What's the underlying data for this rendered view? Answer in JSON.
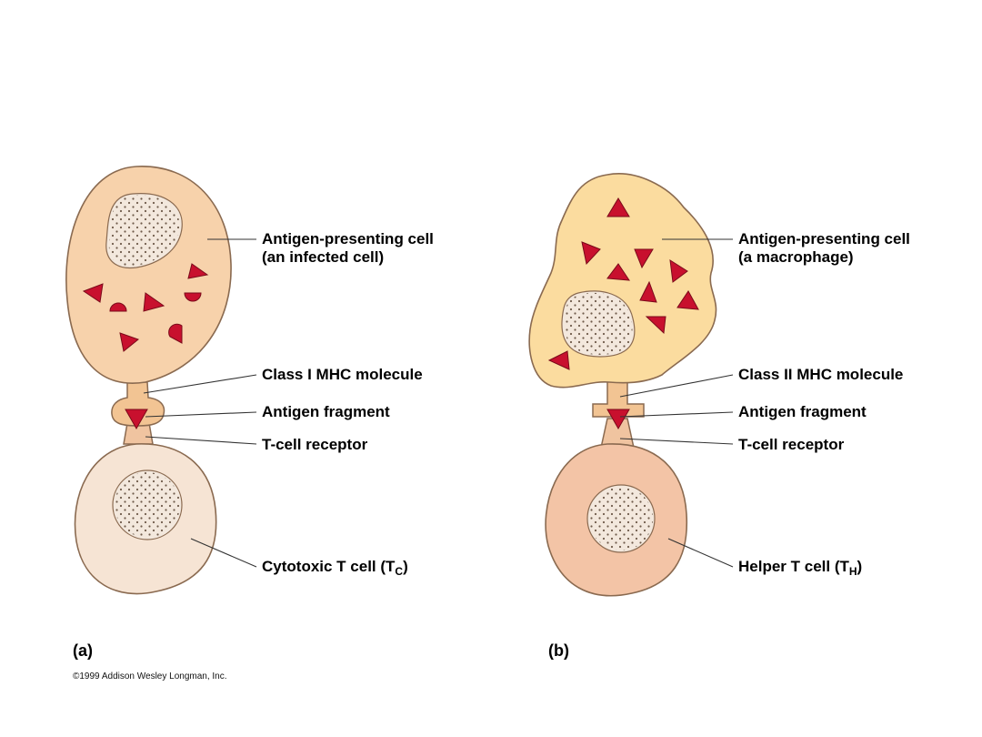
{
  "panel_a": {
    "panel_label": "(a)",
    "labels": {
      "apc_line1": "Antigen-presenting cell",
      "apc_line2": "(an infected cell)",
      "mhc": "Class I MHC molecule",
      "antigen": "Antigen fragment",
      "receptor": "T-cell receptor",
      "tcell_main": "Cytotoxic T cell (T",
      "tcell_sub": "C",
      "tcell_close": ")"
    }
  },
  "panel_b": {
    "panel_label": "(b)",
    "labels": {
      "apc_line1": "Antigen-presenting cell",
      "apc_line2": "(a macrophage)",
      "mhc": "Class II MHC molecule",
      "antigen": "Antigen fragment",
      "receptor": "T-cell receptor",
      "tcell_main": "Helper T cell (T",
      "tcell_sub": "H",
      "tcell_close": ")"
    }
  },
  "copyright": "©1999 Addison Wesley Longman, Inc.",
  "colors": {
    "apc_a_fill": "#f7d2ab",
    "apc_b_fill": "#fbdc9f",
    "tc_fill": "#f6e4d4",
    "th_fill": "#f3c4a6",
    "mhc_fill": "#f2c493",
    "antigen_red": "#c8102e",
    "nucleus_fill": "#f3e8dd",
    "outline": "#8a6a50"
  }
}
